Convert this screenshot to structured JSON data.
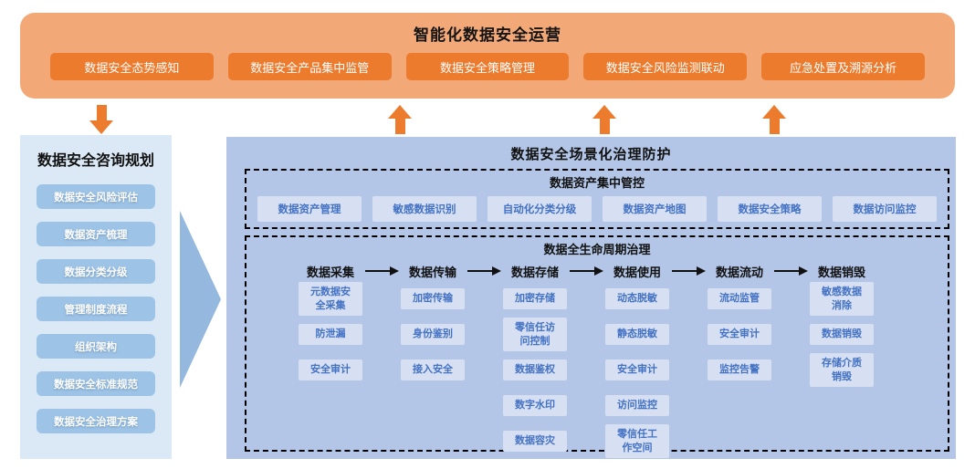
{
  "colors": {
    "banner_bg": "#F3A878",
    "banner_button": "#EC7B2E",
    "arrow_orange": "#EC7B2E",
    "left_panel_bg": "#DBE9F6",
    "left_item_bg": "#9DC3E6",
    "right_panel_bg": "#B3C6E7",
    "inner_box_bg": "#D6E0F2",
    "inner_box_text": "#4472C4",
    "flow_triangle": "#95B9DE",
    "dashed_border": "#000000"
  },
  "top_banner": {
    "title": "智能化数据安全运营",
    "buttons": [
      "数据安全态势感知",
      "数据安全产品集中监管",
      "数据安全策略管理",
      "数据安全风险监测联动",
      "应急处置及溯源分析"
    ]
  },
  "left_panel": {
    "title": "数据安全咨询规划",
    "items": [
      "数据安全风险评估",
      "数据资产梳理",
      "数据分类分级",
      "管理制度流程",
      "组织架构",
      "数据安全标准规范",
      "数据安全治理方案"
    ]
  },
  "right_panel": {
    "title": "数据安全场景化治理防护",
    "asset_control": {
      "title": "数据资产集中管控",
      "items": [
        "数据资产管理",
        "敏感数据识别",
        "自动化分类分级",
        "数据资产地图",
        "数据安全策略",
        "数据访问监控"
      ]
    },
    "lifecycle": {
      "title": "数据全生命周期治理",
      "stages": [
        {
          "label": "数据采集",
          "items": [
            "元数据安全采集",
            "防泄漏",
            "安全审计"
          ]
        },
        {
          "label": "数据传输",
          "items": [
            "加密传输",
            "身份鉴别",
            "接入安全"
          ]
        },
        {
          "label": "数据存储",
          "items": [
            "加密存储",
            "零信任访问控制",
            "数据鉴权",
            "数字水印",
            "数据容灾"
          ]
        },
        {
          "label": "数据使用",
          "items": [
            "动态脱敏",
            "静态脱敏",
            "安全审计",
            "访问监控",
            "零信任工作空间"
          ]
        },
        {
          "label": "数据流动",
          "items": [
            "流动监管",
            "安全审计",
            "监控告警"
          ]
        },
        {
          "label": "数据销毁",
          "items": [
            "敏感数据消除",
            "数据销毁",
            "存储介质销毁"
          ]
        }
      ]
    }
  }
}
